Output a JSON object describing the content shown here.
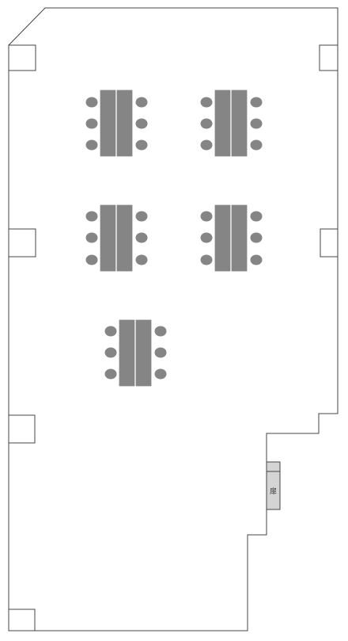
{
  "floor_plan": {
    "door_label": "扉",
    "colors": {
      "wall": "#444444",
      "furniture": "#858585",
      "door": "#d4d4d4",
      "background": "#ffffff"
    },
    "table_groups_count": 5,
    "chairs_per_table": 6
  }
}
